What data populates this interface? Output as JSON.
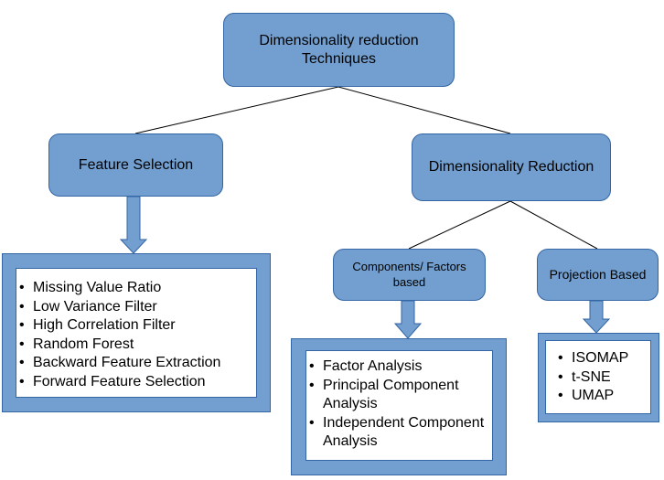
{
  "root": {
    "label": "Dimensionality reduction Techniques"
  },
  "feature_selection": {
    "label": "Feature Selection",
    "items": [
      "Missing Value Ratio",
      "Low Variance Filter",
      "High Correlation Filter",
      "Random Forest",
      "Backward Feature Extraction",
      "Forward Feature Selection"
    ]
  },
  "dimensionality_reduction": {
    "label": "Dimensionality Reduction",
    "components": {
      "label": "Components/ Factors based",
      "items": [
        "Factor Analysis",
        "Principal Component Analysis",
        "Independent Component Analysis"
      ]
    },
    "projection": {
      "label": "Projection Based",
      "items": [
        "ISOMAP",
        "t-SNE",
        "UMAP"
      ]
    }
  },
  "colors": {
    "node_fill": "#729fcf",
    "node_border": "#3465a4",
    "line": "#000000"
  }
}
